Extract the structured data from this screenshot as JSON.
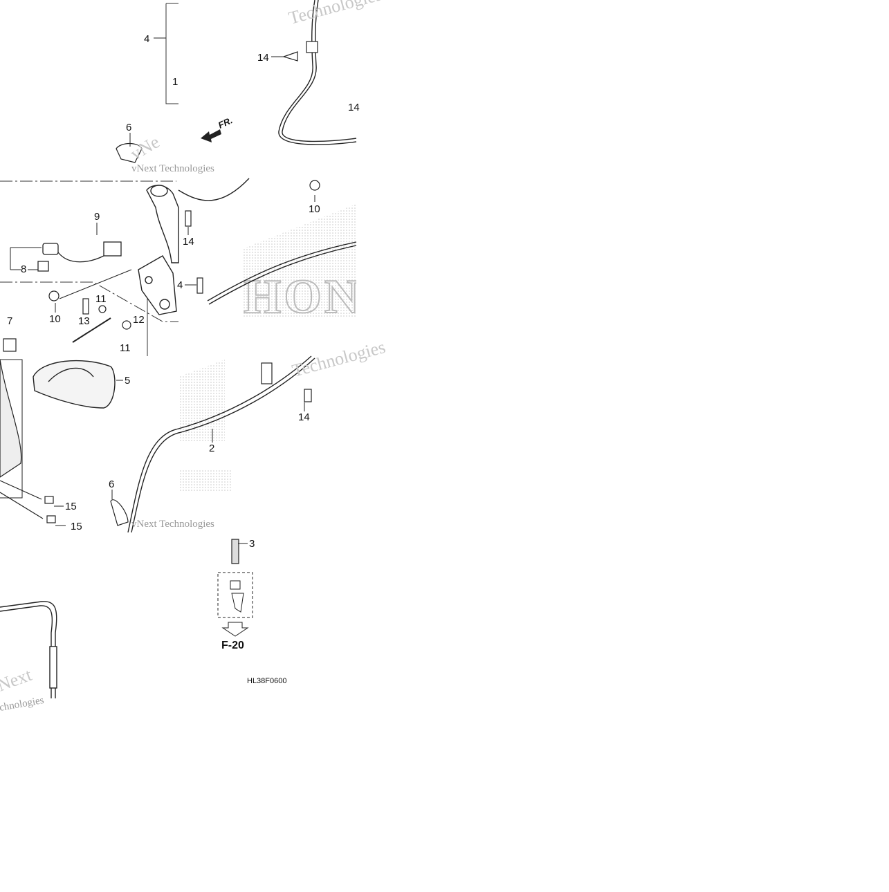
{
  "diagram": {
    "drawing_code": "HL38F0600",
    "ref_label": "F-20",
    "front_marker": "FR.",
    "brand_text": "HONDA",
    "watermarks": [
      "Technologies",
      "vNext Technologies",
      "Next",
      "chnologies",
      "vNe"
    ],
    "callouts": [
      {
        "id": "c4a",
        "label": "4"
      },
      {
        "id": "c1a",
        "label": "1"
      },
      {
        "id": "c14a",
        "label": "14"
      },
      {
        "id": "c14b",
        "label": "14"
      },
      {
        "id": "c6a",
        "label": "6"
      },
      {
        "id": "c10a",
        "label": "10"
      },
      {
        "id": "c9",
        "label": "9"
      },
      {
        "id": "c14c",
        "label": "14"
      },
      {
        "id": "c8",
        "label": "8"
      },
      {
        "id": "c4b",
        "label": "4"
      },
      {
        "id": "c10b",
        "label": "10"
      },
      {
        "id": "c13",
        "label": "13"
      },
      {
        "id": "c11a",
        "label": "11"
      },
      {
        "id": "c12",
        "label": "12"
      },
      {
        "id": "c11b",
        "label": "11"
      },
      {
        "id": "c7",
        "label": "7"
      },
      {
        "id": "c5",
        "label": "5"
      },
      {
        "id": "c14d",
        "label": "14"
      },
      {
        "id": "c2",
        "label": "2"
      },
      {
        "id": "c6b",
        "label": "6"
      },
      {
        "id": "c15a",
        "label": "15"
      },
      {
        "id": "c15b",
        "label": "15"
      },
      {
        "id": "c3",
        "label": "3"
      }
    ]
  }
}
